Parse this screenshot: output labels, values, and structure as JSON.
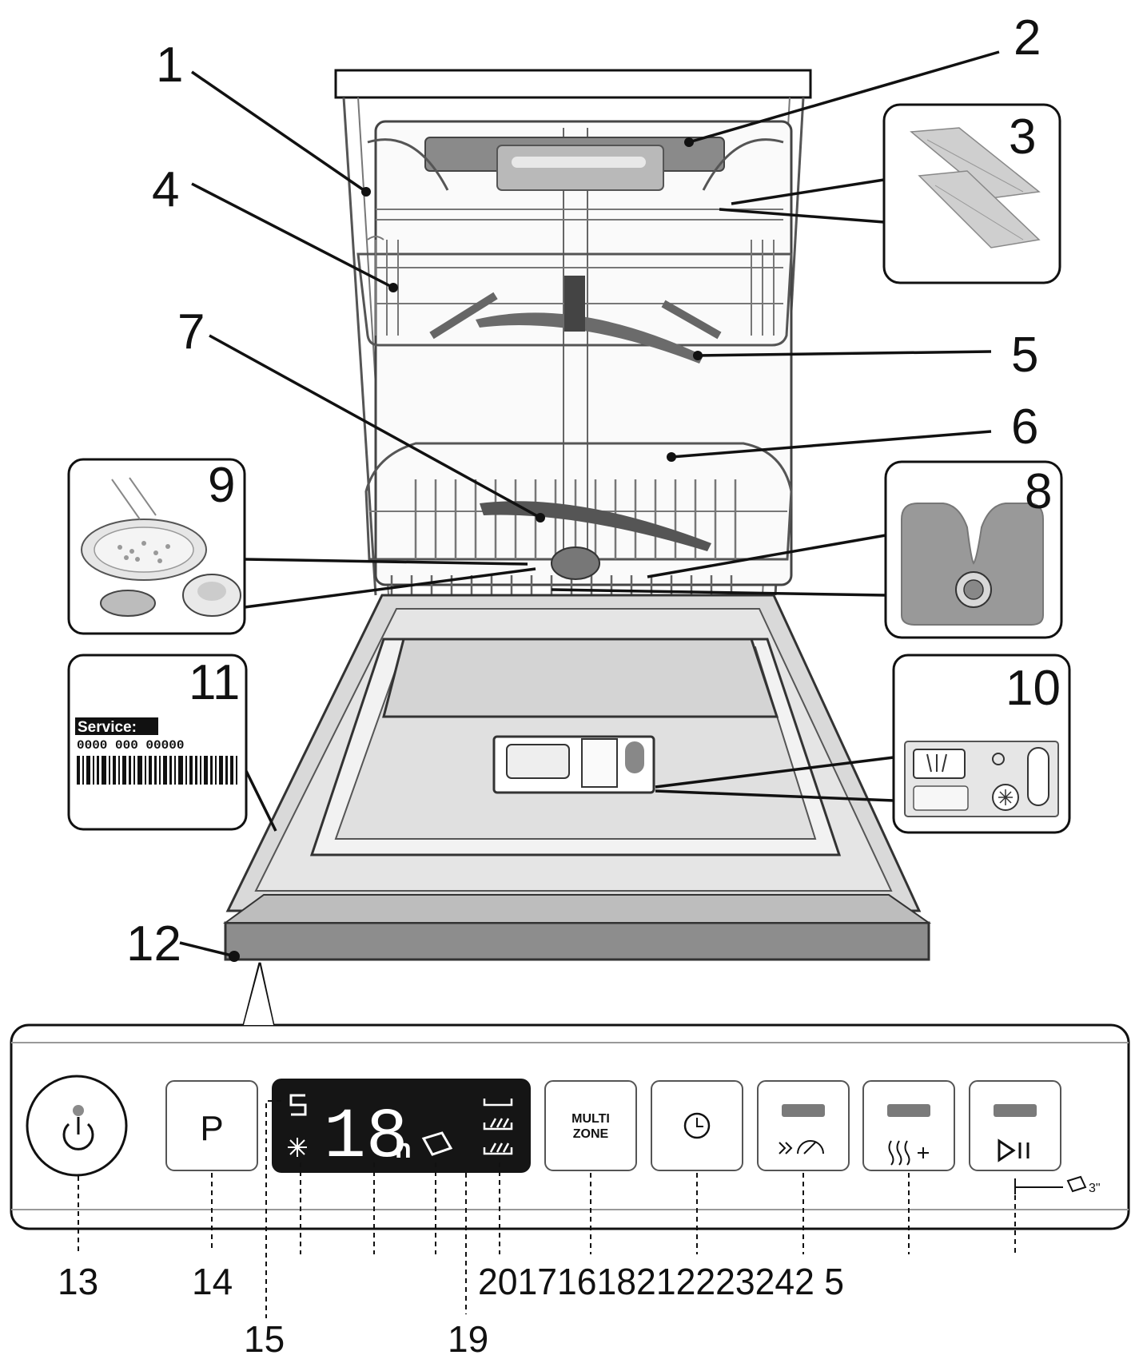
{
  "callouts": {
    "c1": "1",
    "c2": "2",
    "c3": "3",
    "c4": "4",
    "c5": "5",
    "c6": "6",
    "c7": "7",
    "c8": "8",
    "c9": "9",
    "c10": "10",
    "c11": "11",
    "c12": "12"
  },
  "service_label": {
    "title": "Service:",
    "number": "0000 000 00000"
  },
  "control_panel": {
    "program_button_label": "P",
    "multizone_line1": "MULTI",
    "multizone_line2": "ZONE",
    "display_digits": "18",
    "display_unit": "h",
    "tablet_hint": "3\""
  },
  "bottom_labels": {
    "n13": "13",
    "n14": "14",
    "n15": "15",
    "n19": "19",
    "row": "20171618212223242 5"
  }
}
